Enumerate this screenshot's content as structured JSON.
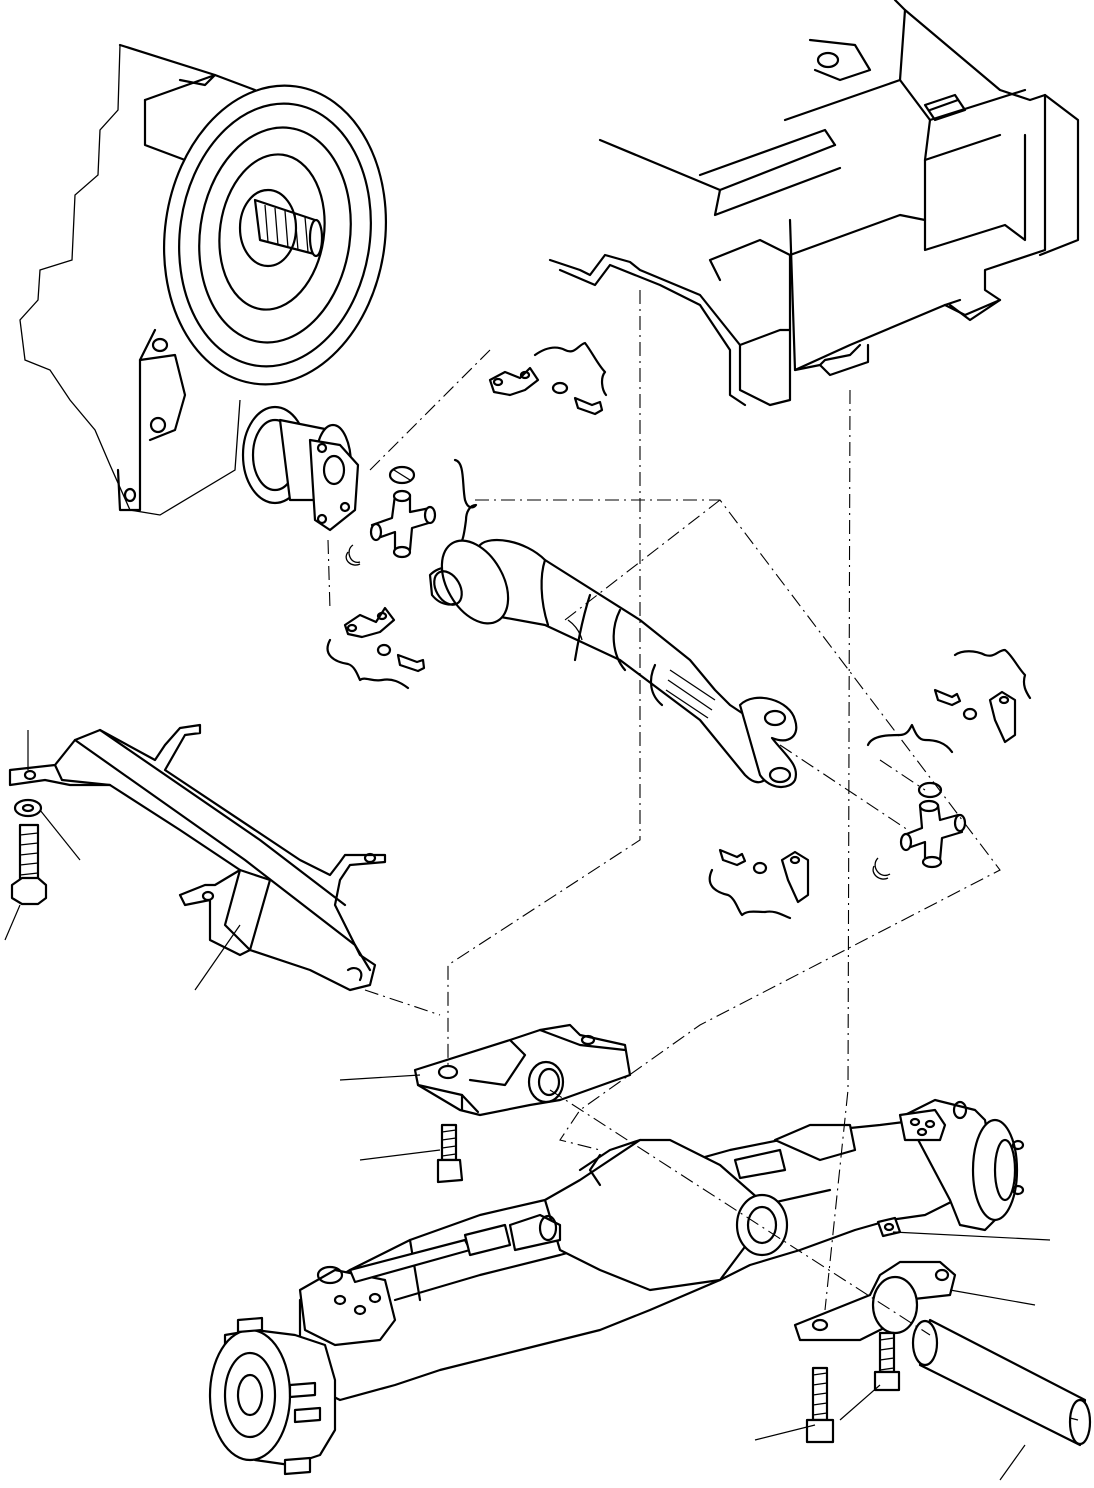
{
  "drawing": {
    "description_labels": []
  },
  "parts": [
    {
      "id": "transmission-housing",
      "icon": "transmission-icon"
    },
    {
      "id": "chassis-frame",
      "icon": "frame-icon"
    },
    {
      "id": "output-flange",
      "icon": "flange-icon"
    },
    {
      "id": "universal-joint-front",
      "icon": "spider-icon"
    },
    {
      "id": "universal-joint-rear",
      "icon": "spider-icon"
    },
    {
      "id": "drive-shaft",
      "icon": "shaft-icon"
    },
    {
      "id": "bearing-strap-kits",
      "icon": "strap-icon"
    },
    {
      "id": "axle-support-bracket",
      "icon": "bracket-icon"
    },
    {
      "id": "front-axle-assembly",
      "icon": "axle-icon"
    },
    {
      "id": "pivot-pin",
      "icon": "pin-icon"
    },
    {
      "id": "guard-frame",
      "icon": "guard-icon"
    }
  ]
}
